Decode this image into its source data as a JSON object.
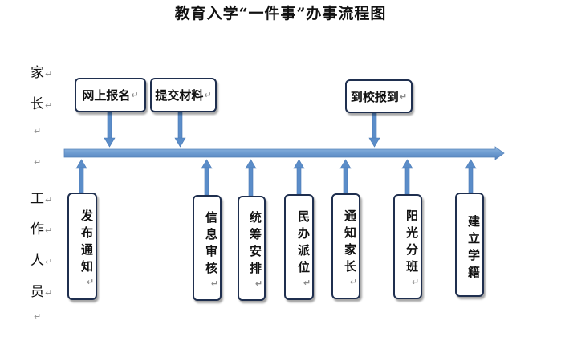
{
  "title": "教育入学“一件事”办事流程图",
  "paragraph_mark": "↵",
  "side_labels": {
    "family": [
      "家",
      "长"
    ],
    "staff": [
      "工",
      "作",
      "人",
      "员"
    ]
  },
  "parent_steps": [
    "网上报名",
    "提交材料",
    "到校报到"
  ],
  "staff_steps": [
    "发布通知",
    "信息审核",
    "统筹安排",
    "民办派位",
    "通知家长",
    "阳光分班",
    "建立学籍"
  ]
}
